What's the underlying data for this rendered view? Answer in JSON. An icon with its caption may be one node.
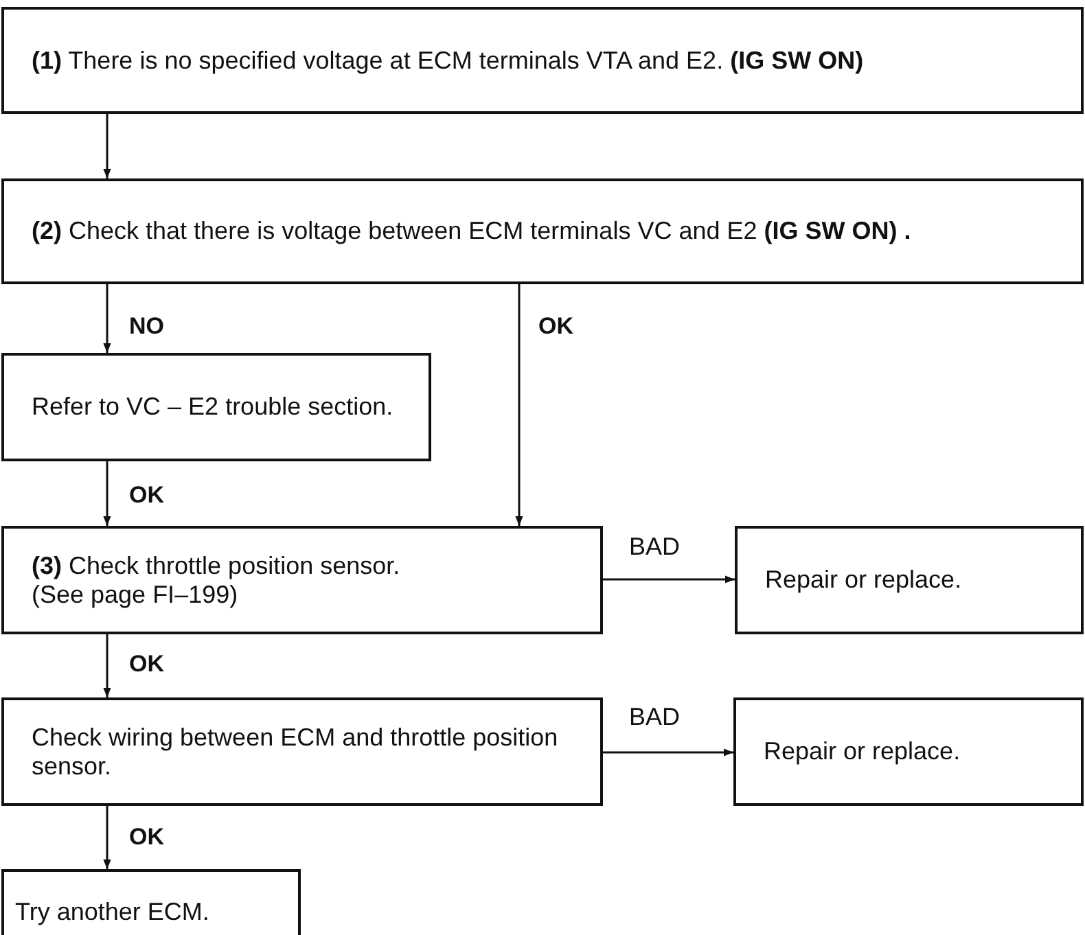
{
  "diagram": {
    "nodes": [
      {
        "text": [
          "**(1)** There is no specified voltage at ECM terminals VTA and E2. **(IG SW ON)**"
        ]
      },
      {
        "text": [
          "**(2)** Check that there is voltage between ECM terminals VC and E2 **(IG SW ON) .**"
        ]
      },
      {
        "text": [
          "Refer to VC – E2 trouble section."
        ]
      },
      {
        "text": [
          "**(3)** Check throttle position sensor.",
          "(See page FI–199)"
        ]
      },
      {
        "text": [
          "Repair or replace."
        ]
      },
      {
        "text": [
          "Check wiring between ECM and throttle position sensor."
        ]
      },
      {
        "text": [
          "Repair or replace."
        ]
      },
      {
        "text": [
          "Try another ECM."
        ]
      }
    ],
    "edges": [
      {
        "from": 0,
        "to": 1,
        "arrow": "to"
      },
      {
        "from": 1,
        "to": 2,
        "arrow": "to",
        "label": "NO"
      },
      {
        "from": 1,
        "to": 3,
        "arrow": "to",
        "label": "OK"
      },
      {
        "from": 2,
        "to": 3,
        "arrow": "to",
        "label": "OK"
      },
      {
        "from": 3,
        "to": 4,
        "arrow": "to",
        "label": "BAD"
      },
      {
        "from": 3,
        "to": 5,
        "arrow": "to",
        "label": "OK"
      },
      {
        "from": 5,
        "to": 6,
        "arrow": "to",
        "label": "BAD"
      },
      {
        "from": 5,
        "to": 7,
        "arrow": "to",
        "label": "OK"
      }
    ]
  }
}
